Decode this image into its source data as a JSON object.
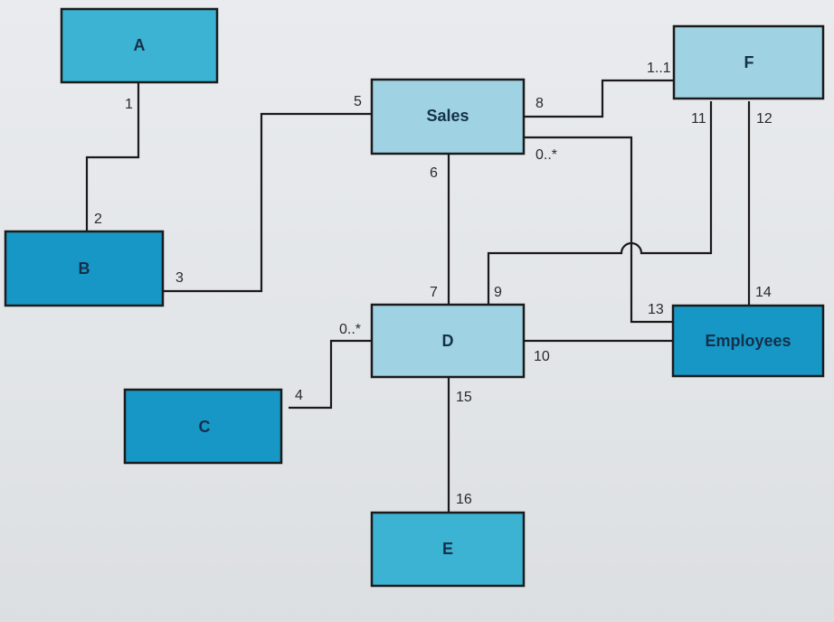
{
  "colors": {
    "box_dark": "#1797c6",
    "box_mid": "#3cb3d3",
    "box_light": "#9fd3e4",
    "line": "#1a1a1a",
    "label": "#14304a"
  },
  "boxes": {
    "A": "A",
    "B": "B",
    "C": "C",
    "D": "D",
    "E": "E",
    "F": "F",
    "sales": "Sales",
    "employees": "Employees"
  },
  "multiplicities": {
    "m1": "1",
    "m2": "2",
    "m3": "3",
    "m4": "4",
    "m5": "5",
    "m6": "6",
    "m7": "7",
    "m8": "8",
    "m9": "9",
    "m10": "10",
    "m11": "11",
    "m12": "12",
    "m13": "13",
    "m14": "14",
    "m15": "15",
    "m16": "16",
    "sales_many": "0..*",
    "d_many": "0..*",
    "f_one": "1..1"
  }
}
